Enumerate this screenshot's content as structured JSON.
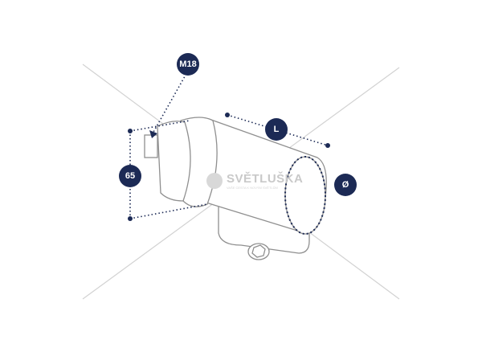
{
  "labels": {
    "thread": "M18",
    "length": "L",
    "height": "65",
    "diameter": "Ø"
  },
  "watermark": {
    "brand": "SVĚTLUŠKA",
    "tagline": "VAŠE CESTA K NOVÝM SVĚTLŮM"
  },
  "colors": {
    "accent": "#1c2a55",
    "outline": "#9a9a9a",
    "axis": "#cfcfcf"
  }
}
